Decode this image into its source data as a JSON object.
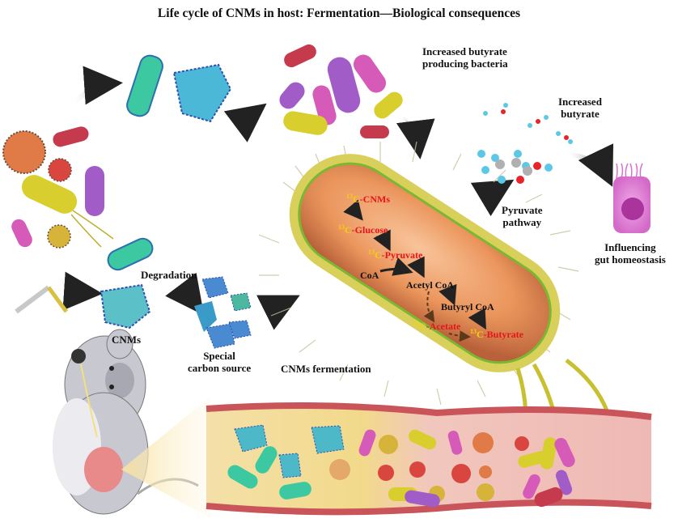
{
  "title": "Life cycle of CNMs in host: Fermentation—Biological consequences",
  "labels": {
    "increased_bacteria_line1": "Increased butyrate",
    "increased_bacteria_line2": "producing bacteria",
    "increased_butyrate_line1": "Increased",
    "increased_butyrate_line2": "butyrate",
    "pyruvate_pathway_line1": "Pyruvate",
    "pyruvate_pathway_line2": "pathway",
    "gut_homeostasis_line1": "Influencing",
    "gut_homeostasis_line2": "gut homeostasis",
    "degradation": "Degradation",
    "cnms": "CNMs",
    "special_carbon_line1": "Special",
    "special_carbon_line2": "carbon source",
    "fermentation": "CNMs fermentation"
  },
  "metabolism": {
    "isotope_mass": "13",
    "isotope_element": "C",
    "cnms": "-CNMs",
    "glucose": "-Glucose",
    "pyruvate": "-Pyruvate",
    "coa": "CoA",
    "acetyl_coa": "Acetyl CoA",
    "butyryl_coa": "Butyryl CoA",
    "acetate": "-Acetate",
    "butyrate": "-Butyrate"
  },
  "colors": {
    "isotope": "#f2d20a",
    "labeled_metabolite": "#e8141a",
    "bacterium_body": "#e8945a",
    "bacterium_outline": "#7ab834",
    "intestine_wall": "#c9555a"
  }
}
